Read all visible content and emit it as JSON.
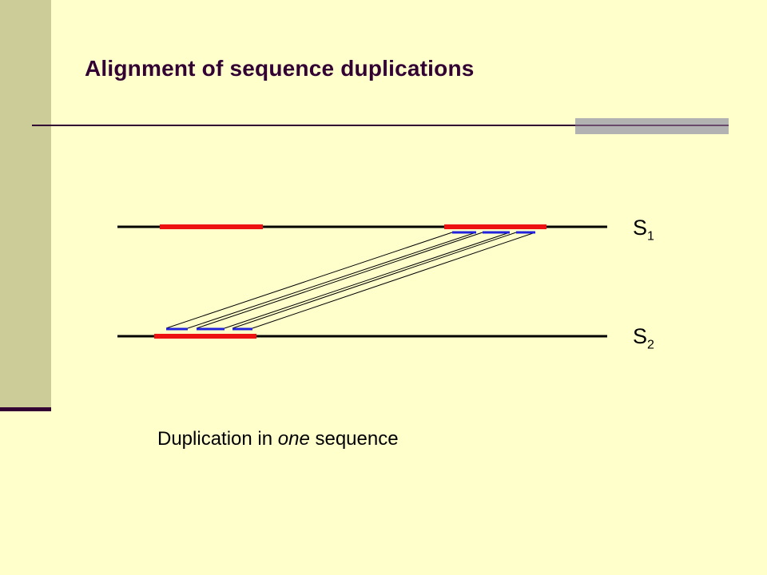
{
  "slide": {
    "title": "Alignment of sequence duplications"
  },
  "diagram": {
    "sequences": [
      {
        "label": "S",
        "subscript": "1"
      },
      {
        "label": "S",
        "subscript": "2"
      }
    ],
    "caption": {
      "before": "Duplication in ",
      "emphasis": "one",
      "after": " sequence"
    }
  },
  "colors": {
    "background": "#ffffcc",
    "side_bar": "#cccc99",
    "title": "#330033",
    "sequence_line": "#000000",
    "duplicated_segment": "#ee1111",
    "aligned_dash": "#2222dd",
    "accent_gray": "#b2b2b2"
  }
}
